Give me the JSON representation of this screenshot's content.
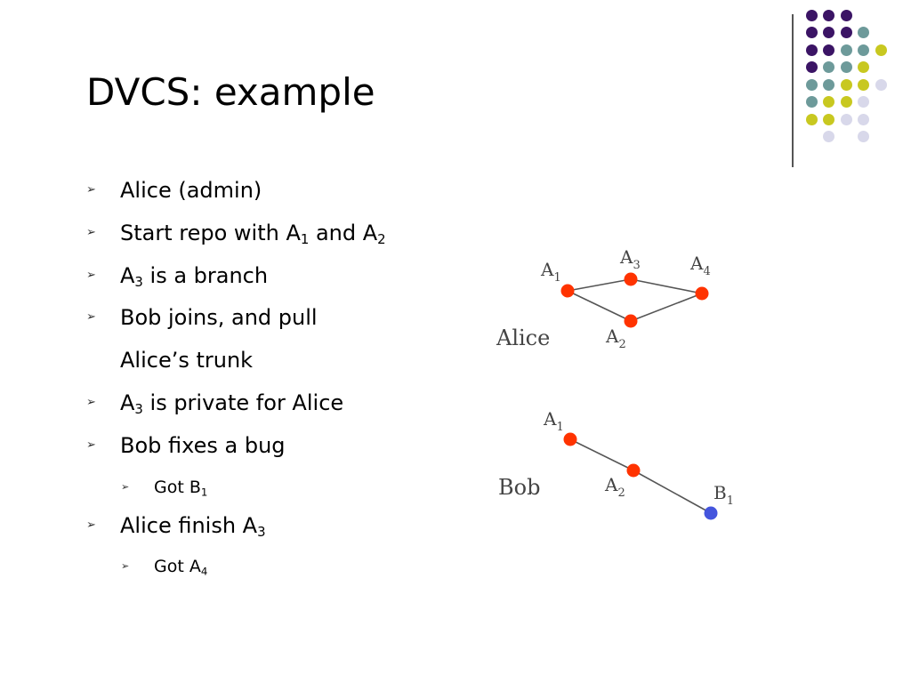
{
  "title": "DVCS: example",
  "bullets": [
    {
      "level": 1,
      "marker": true,
      "segments": [
        {
          "t": "Alice (admin)"
        }
      ]
    },
    {
      "level": 1,
      "marker": true,
      "segments": [
        {
          "t": "Start repo with A"
        },
        {
          "t": "1",
          "sub": true
        },
        {
          "t": " and A"
        },
        {
          "t": "2",
          "sub": true
        }
      ]
    },
    {
      "level": 1,
      "marker": true,
      "segments": [
        {
          "t": "A"
        },
        {
          "t": "3",
          "sub": true
        },
        {
          "t": " is a branch"
        }
      ]
    },
    {
      "level": 1,
      "marker": true,
      "segments": [
        {
          "t": "Bob joins, and pull"
        }
      ]
    },
    {
      "level": 1,
      "marker": false,
      "segments": [
        {
          "t": "Alice’s trunk"
        }
      ]
    },
    {
      "level": 1,
      "marker": true,
      "segments": [
        {
          "t": "A"
        },
        {
          "t": "3",
          "sub": true
        },
        {
          "t": " is private for Alice"
        }
      ]
    },
    {
      "level": 1,
      "marker": true,
      "segments": [
        {
          "t": "Bob fixes a bug"
        }
      ]
    },
    {
      "level": 2,
      "marker": true,
      "segments": [
        {
          "t": "Got B"
        },
        {
          "t": "1",
          "sub": true
        }
      ]
    },
    {
      "level": 1,
      "marker": true,
      "segments": [
        {
          "t": "Alice finish A"
        },
        {
          "t": "3",
          "sub": true
        }
      ]
    },
    {
      "level": 2,
      "marker": true,
      "segments": [
        {
          "t": "Got A"
        },
        {
          "t": "4",
          "sub": true
        }
      ]
    }
  ],
  "bullet_marker": "➢",
  "diagram": {
    "alice": {
      "label": "Alice",
      "nodes": [
        {
          "id": "A1",
          "name": "A",
          "sub": "1",
          "color": "#ff3300"
        },
        {
          "id": "A3",
          "name": "A",
          "sub": "3",
          "color": "#ff3300"
        },
        {
          "id": "A4",
          "name": "A",
          "sub": "4",
          "color": "#ff3300"
        },
        {
          "id": "A2",
          "name": "A",
          "sub": "2",
          "color": "#ff3300"
        }
      ],
      "edges": [
        [
          "A1",
          "A3"
        ],
        [
          "A3",
          "A4"
        ],
        [
          "A1",
          "A2"
        ],
        [
          "A2",
          "A4"
        ]
      ]
    },
    "bob": {
      "label": "Bob",
      "nodes": [
        {
          "id": "A1",
          "name": "A",
          "sub": "1",
          "color": "#ff3300"
        },
        {
          "id": "A2",
          "name": "A",
          "sub": "2",
          "color": "#ff3300"
        },
        {
          "id": "B1",
          "name": "B",
          "sub": "1",
          "color": "#4455dd"
        }
      ],
      "edges": [
        [
          "A1",
          "A2"
        ],
        [
          "A2",
          "B1"
        ]
      ]
    }
  },
  "theme": {
    "purple": "#3b1465",
    "teal": "#6d9a9a",
    "yellow": "#c8c820",
    "lavender": "#d8d8ea",
    "edge": "#555555"
  }
}
